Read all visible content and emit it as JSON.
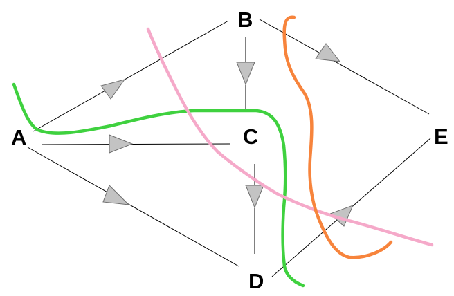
{
  "nodes": {
    "a": {
      "label": "A"
    },
    "b": {
      "label": "B"
    },
    "c": {
      "label": "C"
    },
    "d": {
      "label": "D"
    },
    "e": {
      "label": "E"
    }
  },
  "edges": [
    {
      "from": "A",
      "to": "B"
    },
    {
      "from": "A",
      "to": "C"
    },
    {
      "from": "A",
      "to": "D"
    },
    {
      "from": "B",
      "to": "C"
    },
    {
      "from": "B",
      "to": "E"
    },
    {
      "from": "C",
      "to": "D"
    },
    {
      "from": "D",
      "to": "E"
    }
  ],
  "colors": {
    "edge": "#000000",
    "arrowhead_fill": "#c3c3c3",
    "arrowhead_stroke": "#6e6e6e",
    "cut_green": "#3fd13f",
    "cut_pink": "#f5a9c9",
    "cut_orange": "#f7843c"
  },
  "cut_curves": [
    {
      "color": "green"
    },
    {
      "color": "pink"
    },
    {
      "color": "orange"
    }
  ]
}
